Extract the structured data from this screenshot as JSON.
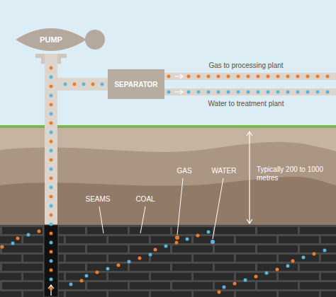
{
  "diagram": {
    "nodes": [
      {
        "text": [
          "PUMP"
        ]
      },
      {
        "text": [
          "SEPARATOR"
        ]
      }
    ],
    "edges": [
      {
        "from": 0,
        "to": 1,
        "arrow": "none"
      }
    ],
    "labels": [
      "Gas to processing plant",
      "Water to treatment plant",
      "SEAMS",
      "COAL",
      "GAS",
      "WATER",
      "Typically 200 to 1000 metres"
    ]
  }
}
